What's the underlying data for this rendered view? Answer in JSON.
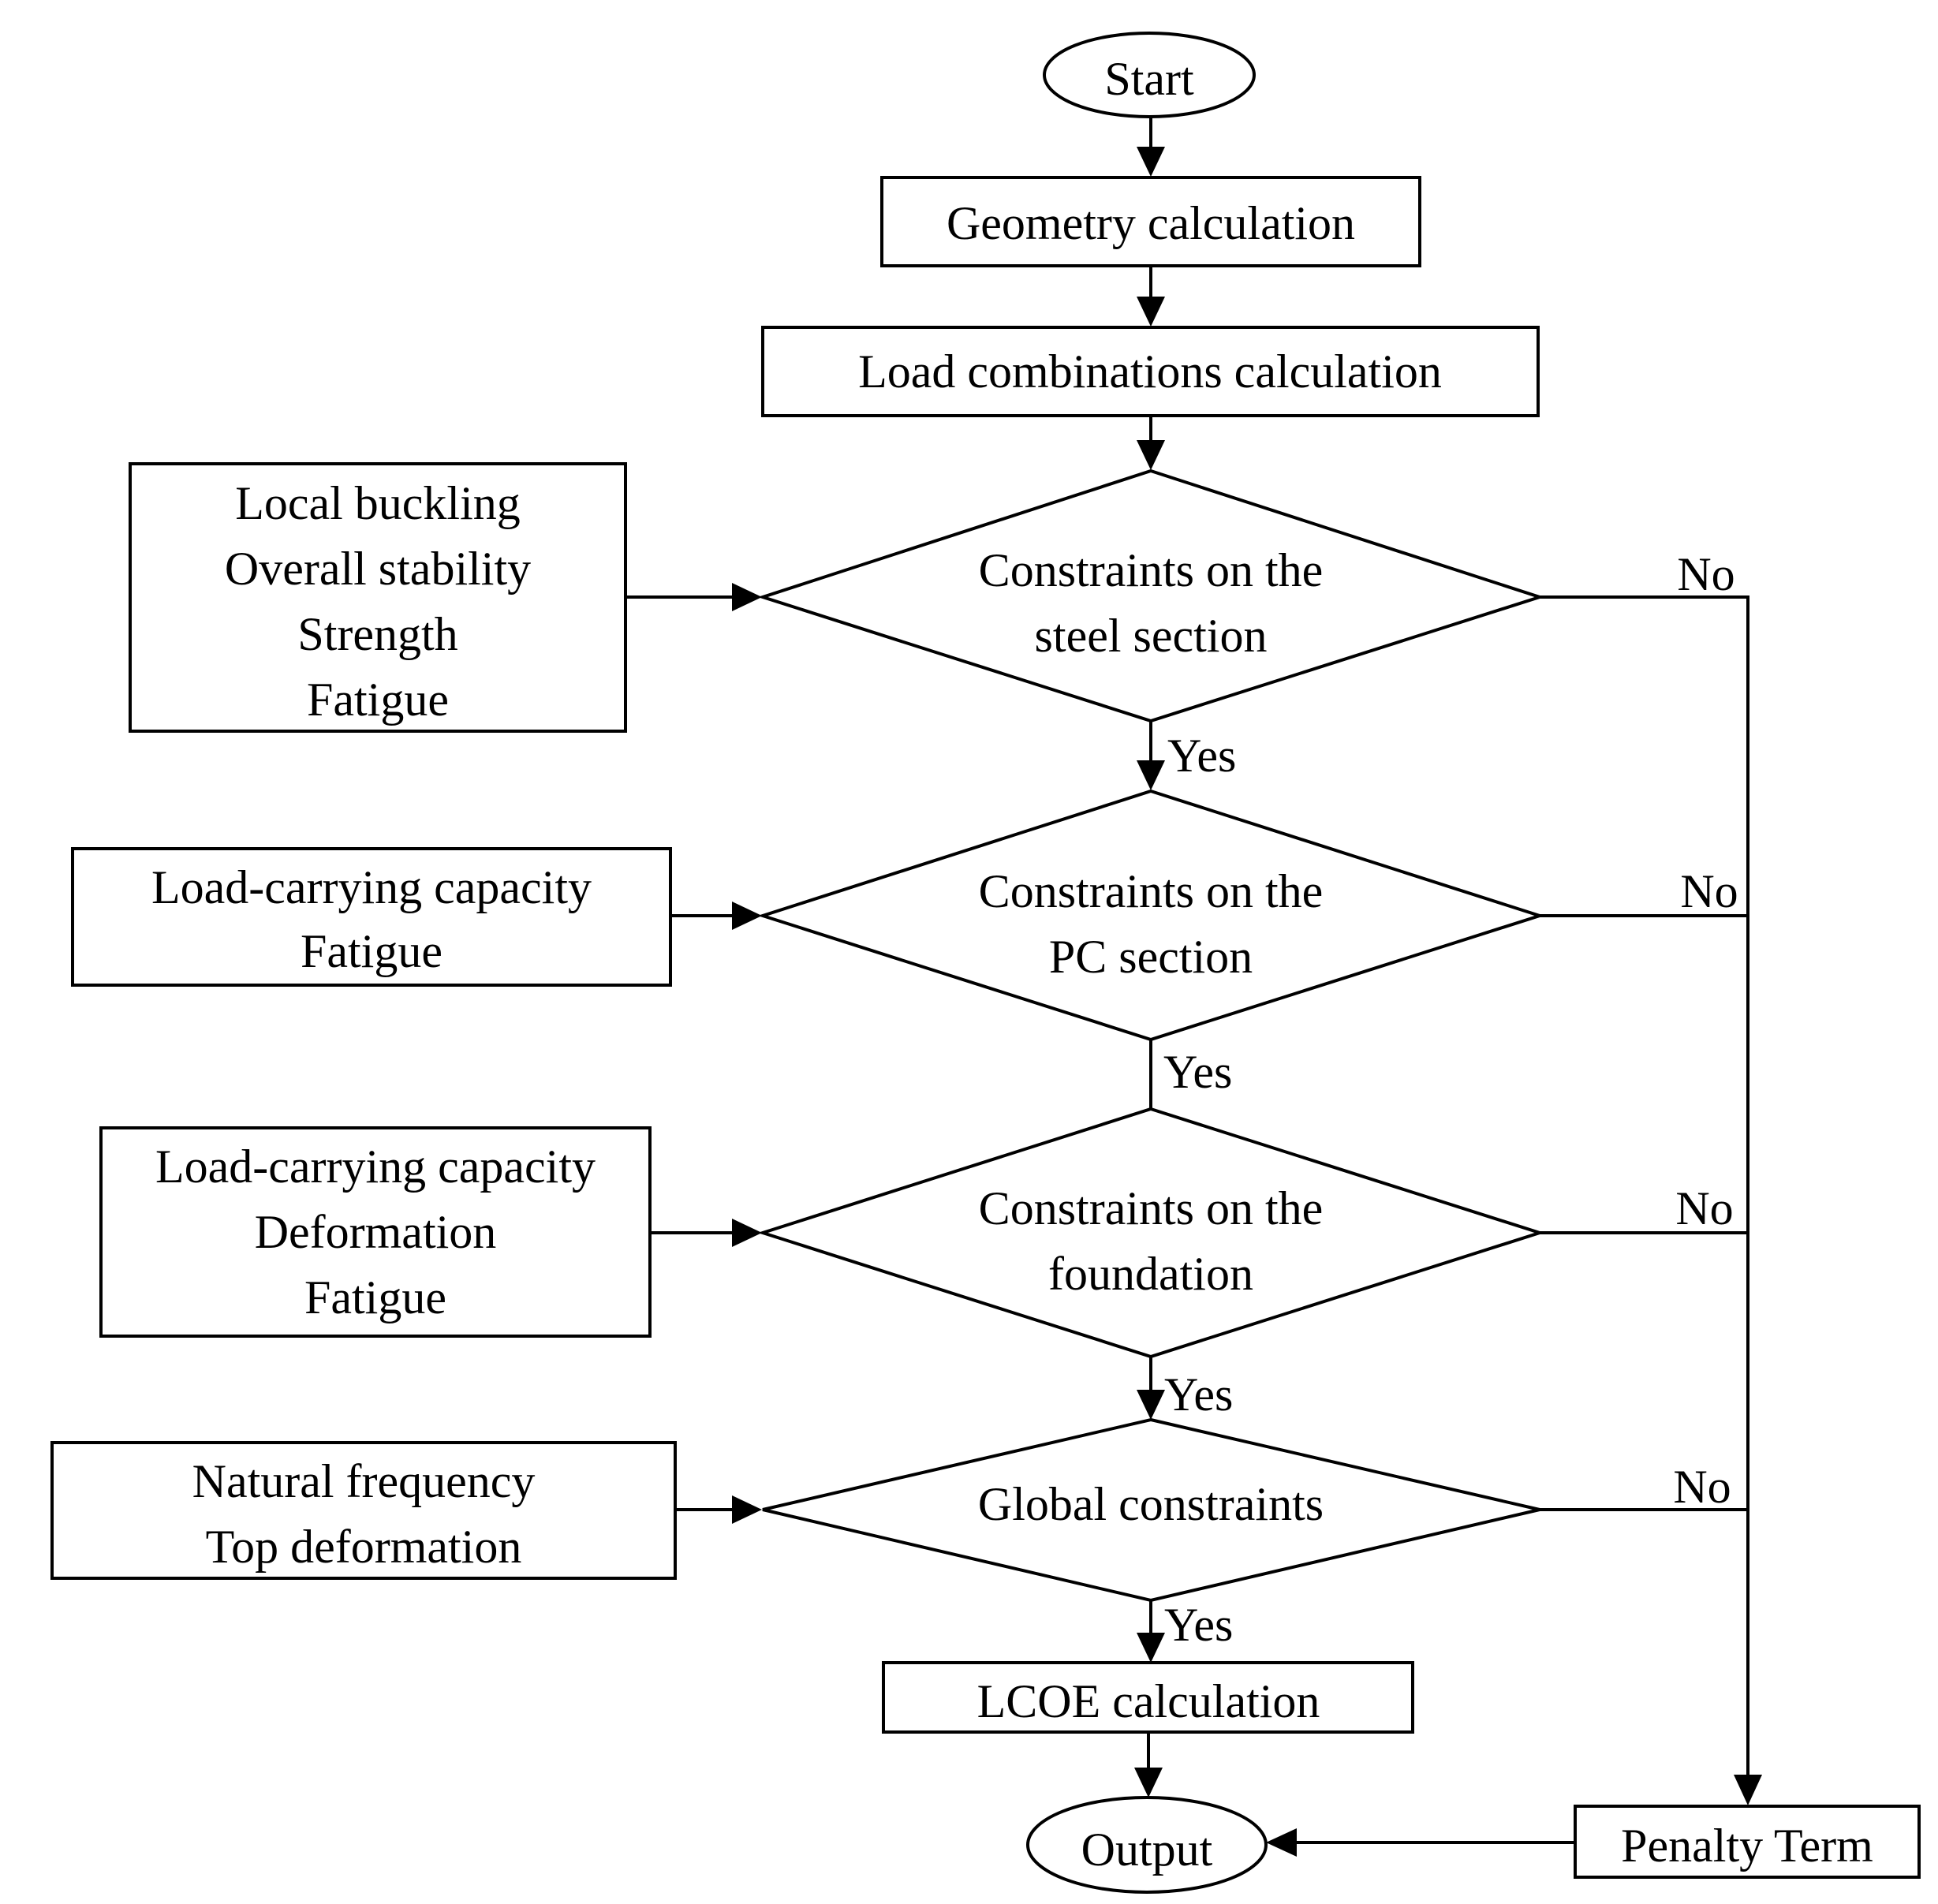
{
  "start": {
    "label": "Start"
  },
  "geometry": {
    "label": "Geometry calculation"
  },
  "load_combinations": {
    "label": "Load combinations calculation"
  },
  "decisions": [
    {
      "label_lines": [
        "Constraints on the",
        "steel section"
      ],
      "yes": "Yes",
      "no": "No"
    },
    {
      "label_lines": [
        "Constraints on the",
        "PC section"
      ],
      "yes": "Yes",
      "no": "No"
    },
    {
      "label_lines": [
        "Constraints on the",
        "foundation"
      ],
      "yes": "Yes",
      "no": "No"
    },
    {
      "label_lines": [
        "Global constraints"
      ],
      "yes": "Yes",
      "no": "No"
    }
  ],
  "inputs": [
    {
      "lines": [
        "Local buckling",
        "Overall stability",
        "Strength",
        "Fatigue"
      ]
    },
    {
      "lines": [
        "Load-carrying capacity",
        "Fatigue"
      ]
    },
    {
      "lines": [
        "Load-carrying capacity",
        "Deformation",
        "Fatigue"
      ]
    },
    {
      "lines": [
        "Natural frequency",
        "Top deformation"
      ]
    }
  ],
  "lcoe": {
    "label": "LCOE calculation"
  },
  "output": {
    "label": "Output"
  },
  "penalty": {
    "label": "Penalty Term"
  }
}
